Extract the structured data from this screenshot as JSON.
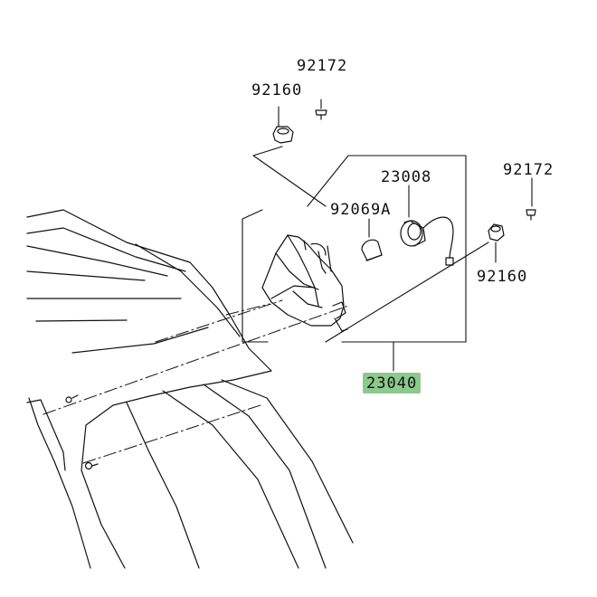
{
  "diagram": {
    "highlight_color": "#8cc98c",
    "line_color": "#111111",
    "part_labels": {
      "p92172_top": "92172",
      "p92160_top": "92160",
      "p23008": "23008",
      "p92172_right": "92172",
      "p92069a": "92069A",
      "p92160_right": "92160",
      "p23040": "23040"
    }
  }
}
